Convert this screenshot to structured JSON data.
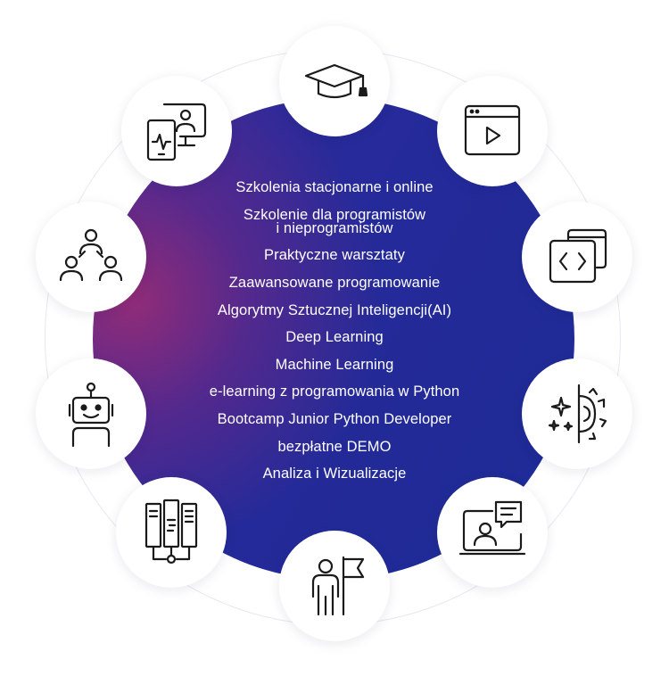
{
  "features": [
    "Szkolenia stacjonarne i online",
    "Szkolenie dla programistów",
    "i nieprogramistów",
    "Praktyczne warsztaty",
    "Zaawansowane programowanie",
    "Algorytmy Sztucznej Inteligencji(AI)",
    "Deep Learning",
    "Machine Learning",
    "e-learning z programowania w Python",
    "Bootcamp Junior Python Developer",
    "bezpłatne DEMO",
    "Analiza i Wizualizacje"
  ],
  "icons": [
    "graduation-cap-icon",
    "video-player-icon",
    "code-windows-icon",
    "ai-gear-sparkle-icon",
    "video-chat-icon",
    "person-flag-icon",
    "server-network-icon",
    "robot-icon",
    "team-network-icon",
    "remote-monitoring-icon"
  ],
  "colors": {
    "core_dark": "#1d2b95",
    "core_accent": "#962c76",
    "orbit": "#e6e8f3",
    "icon_stroke": "#1a1a1a"
  }
}
